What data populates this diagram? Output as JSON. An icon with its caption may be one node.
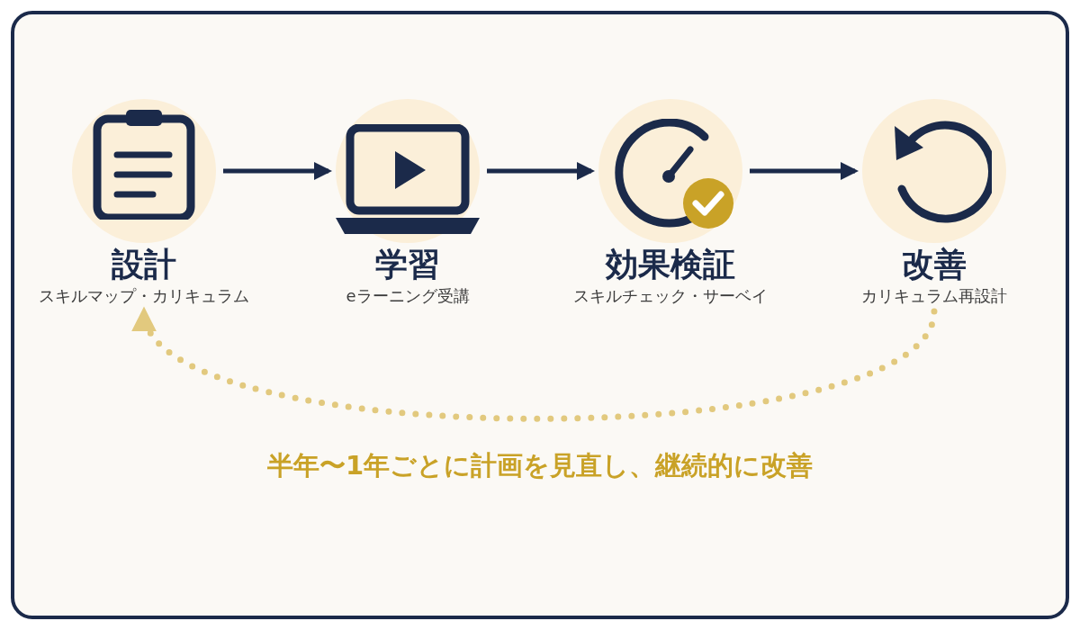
{
  "diagram": {
    "nodes": [
      {
        "text": [
          "設計",
          "スキルマップ・カリキュラム"
        ]
      },
      {
        "text": [
          "学習",
          "eラーニング受講"
        ]
      },
      {
        "text": [
          "効果検証",
          "スキルチェック・サーベイ"
        ]
      },
      {
        "text": [
          "改善",
          "カリキュラム再設計"
        ]
      }
    ],
    "edges": [
      {
        "from": 0,
        "to": 1,
        "arrow": "to"
      },
      {
        "from": 1,
        "to": 2,
        "arrow": "to"
      },
      {
        "from": 2,
        "to": 3,
        "arrow": "to"
      },
      {
        "from": 3,
        "to": 0,
        "arrow": "to",
        "style": "dashed",
        "color": "#e2c97e"
      }
    ],
    "labels": [
      "半年〜1年ごとに計画を見直し、継続的に改善"
    ]
  }
}
